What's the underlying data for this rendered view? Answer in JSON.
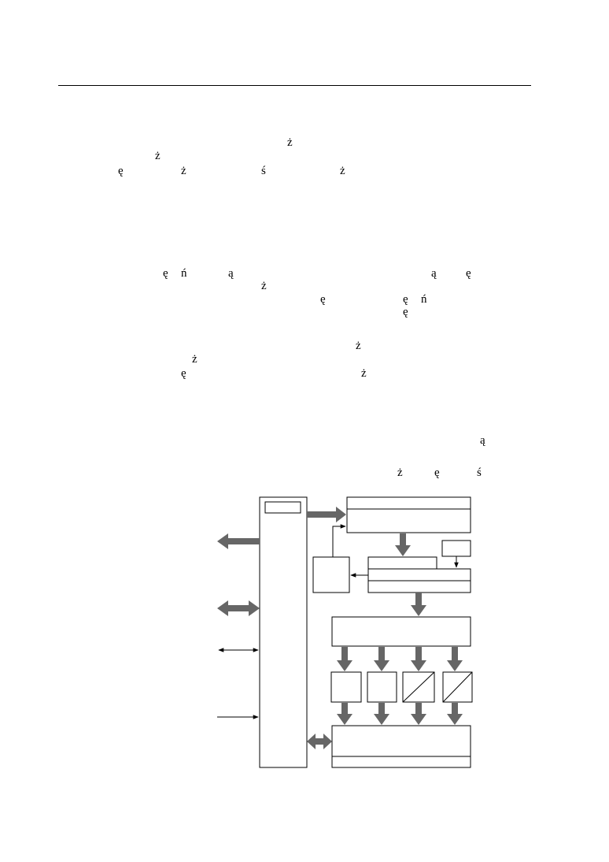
{
  "page": {
    "background": "#ffffff",
    "ink": "#000000",
    "arrow_color": "#666666"
  },
  "glyphs": [
    "ż",
    "ż",
    "ę",
    "ż",
    "ś",
    "ż",
    "ę",
    "ń",
    "ą",
    "ą",
    "ę",
    "ż",
    "ę",
    "ę",
    "ń",
    "ę",
    "ż",
    "ż",
    "ę",
    "ż",
    "ą",
    "ż",
    "ę",
    "ś"
  ]
}
